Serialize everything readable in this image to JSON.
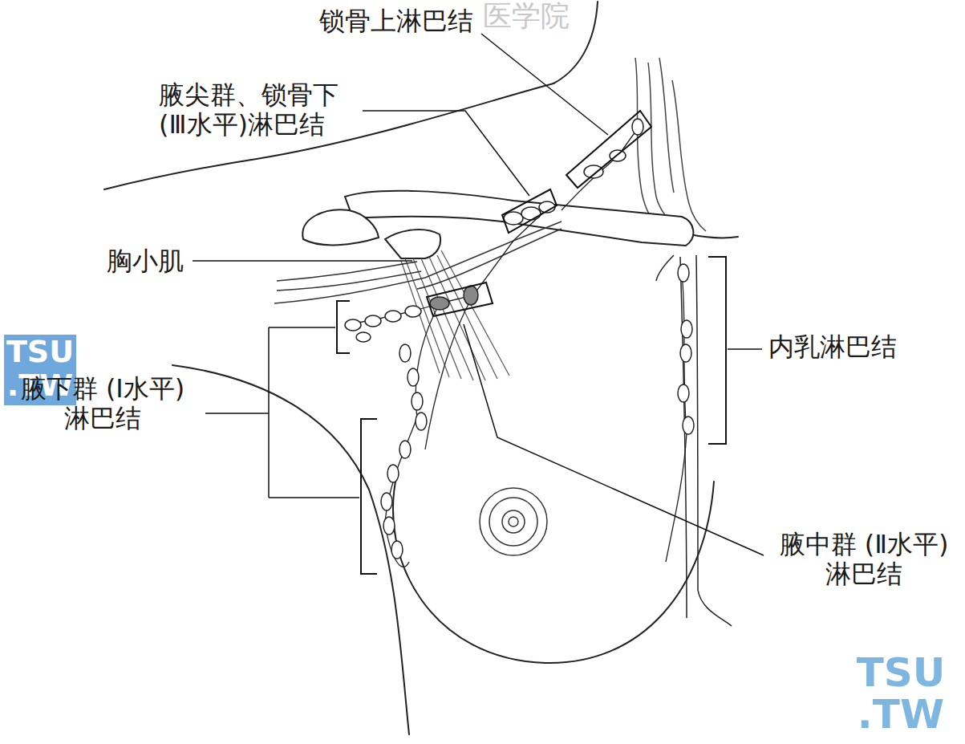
{
  "diagram": {
    "labels": [
      "医学院",
      "锁骨上淋巴结",
      "腋尖群、锁骨下 (Ⅲ水平)淋巴结",
      "胸小肌",
      "腋下群 (Ⅰ水平)淋巴结",
      "内乳淋巴结",
      "腋中群 (Ⅱ水平)淋巴结",
      "TSU .TW",
      "TSU .TW"
    ]
  }
}
